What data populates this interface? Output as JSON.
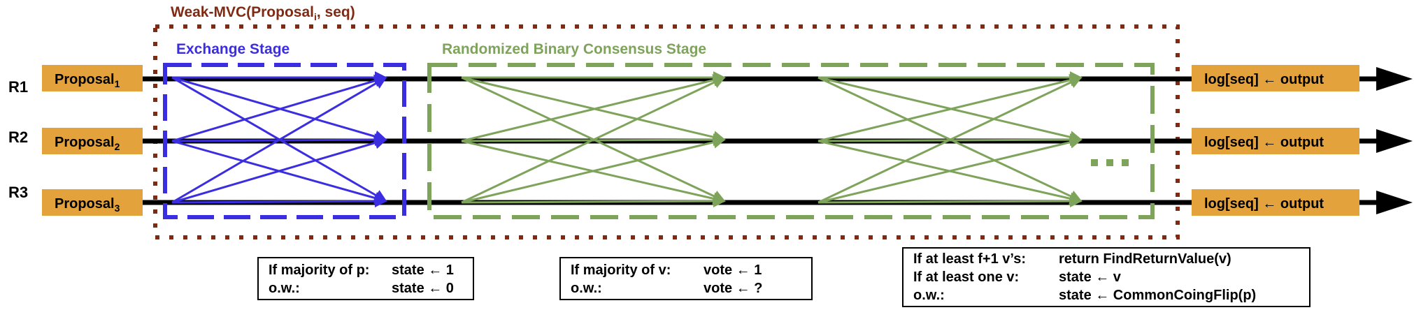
{
  "title": {
    "text": "Weak-MVC(Proposal",
    "sub": "i",
    "tail": ",  seq)"
  },
  "stages": {
    "exchange": "Exchange Stage",
    "binary": "Randomized Binary Consensus Stage"
  },
  "replicas": [
    {
      "name": "R1",
      "proposal": "Proposal",
      "sub": "1",
      "output": "log[seq] ← output"
    },
    {
      "name": "R2",
      "proposal": "Proposal",
      "sub": "2",
      "output": "log[seq] ← output"
    },
    {
      "name": "R3",
      "proposal": "Proposal",
      "sub": "3",
      "output": "log[seq] ← output"
    }
  ],
  "ellipsis": "...",
  "rules": {
    "exchange": [
      {
        "cond": "If majority of p:",
        "action": "state ← 1"
      },
      {
        "cond": "o.w.:",
        "action": "state ← 0"
      }
    ],
    "vote": [
      {
        "cond": "If majority of v:",
        "action": "vote ← 1"
      },
      {
        "cond": "o.w.:",
        "action": "vote ← ?"
      }
    ],
    "decide": [
      {
        "cond": "If at least f+1 v’s:",
        "action": "return FindReturnValue(v)"
      },
      {
        "cond": "If at least one v:",
        "action": "state ← v"
      },
      {
        "cond": "o.w.:",
        "action": "state ← CommonCoingFlip(p)"
      }
    ]
  },
  "colors": {
    "title": "#7f2a12",
    "exchange": "#3b2de0",
    "binary": "#7ea35a",
    "proposal_fill": "#e3a23c",
    "line": "#000000"
  }
}
